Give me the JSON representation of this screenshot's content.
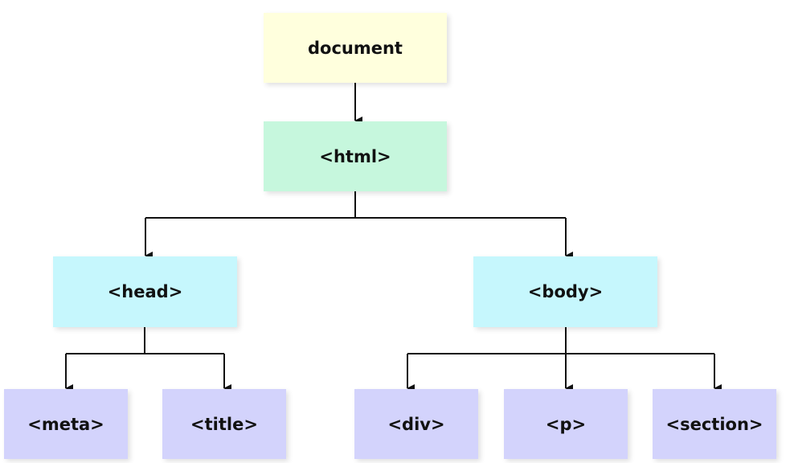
{
  "nodes": {
    "document": "document",
    "html": "<html>",
    "head": "<head>",
    "body": "<body>",
    "meta": "<meta>",
    "title": "<title>",
    "div": "<div>",
    "p": "<p>",
    "section": "<section>"
  },
  "colors": {
    "document": "#ffffdd",
    "html": "#c6f7dd",
    "head_body": "#c6f7fd",
    "leaves": "#d3d3fc",
    "edges": "#111111"
  },
  "edges": [
    [
      "document",
      "html"
    ],
    [
      "html",
      "head"
    ],
    [
      "html",
      "body"
    ],
    [
      "head",
      "meta"
    ],
    [
      "head",
      "title"
    ],
    [
      "body",
      "div"
    ],
    [
      "body",
      "p"
    ],
    [
      "body",
      "section"
    ]
  ]
}
